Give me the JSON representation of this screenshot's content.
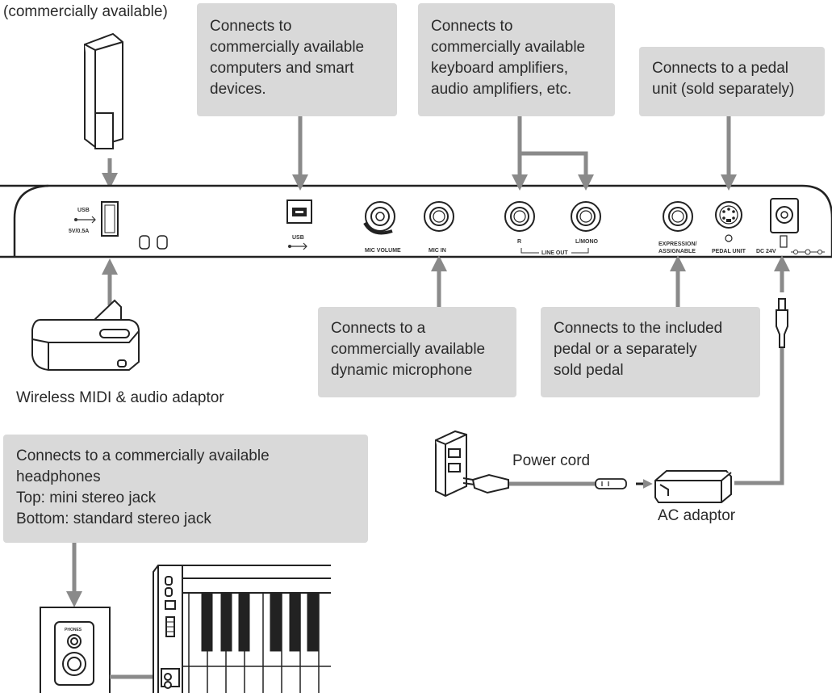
{
  "labels": {
    "commercially_available": "(commercially available)",
    "wireless_adaptor": "Wireless MIDI & audio adaptor",
    "power_cord": "Power cord",
    "ac_adaptor": "AC adaptor"
  },
  "callouts": {
    "usb_b": "Connects to\ncommercially available\ncomputers and smart\ndevices.",
    "line_out": "Connects to\ncommercially available\nkeyboard amplifiers,\naudio amplifiers, etc.",
    "pedal_unit": "Connects to a pedal\nunit (sold separately)",
    "mic_in": "Connects to a\ncommercially available\ndynamic microphone",
    "expression": "Connects to the included\npedal or a separately\nsold pedal",
    "phones": "Connects to a commercially available\nheadphones\nTop: mini stereo jack\nBottom: standard stereo jack"
  },
  "panel_labels": {
    "usb_a": "USB",
    "usb_a_rating": "5V/0.5A",
    "usb_b": "USB",
    "mic_volume": "MIC VOLUME",
    "mic_in": "MIC IN",
    "line_out_r": "R",
    "line_out": "LINE OUT",
    "line_out_lmono": "L/MONO",
    "expression_1": "EXPRESSION/",
    "expression_2": "ASSIGNABLE",
    "pedal_unit": "PEDAL UNIT",
    "dc": "DC 24V",
    "phones": "PHONES"
  }
}
